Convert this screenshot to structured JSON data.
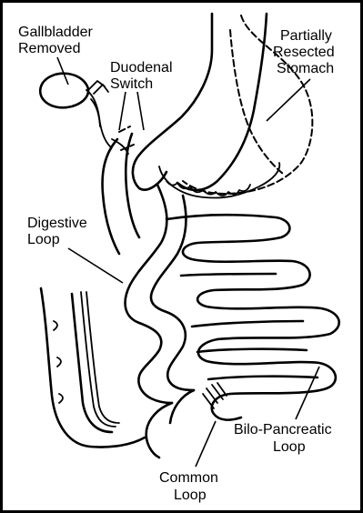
{
  "labels": {
    "gallbladder": [
      "Gallbladder",
      "Removed"
    ],
    "duodenal_switch": [
      "Duodenal",
      "Switch"
    ],
    "stomach": [
      "Partially",
      "Resected",
      "Stomach"
    ],
    "digestive_loop": [
      "Digestive",
      "Loop"
    ],
    "bilo_pancreatic_loop": [
      "Bilo-Pancreatic",
      "Loop"
    ],
    "common_loop": [
      "Common",
      "Loop"
    ]
  },
  "colors": {
    "line": "#000000",
    "background": "#ffffff"
  }
}
